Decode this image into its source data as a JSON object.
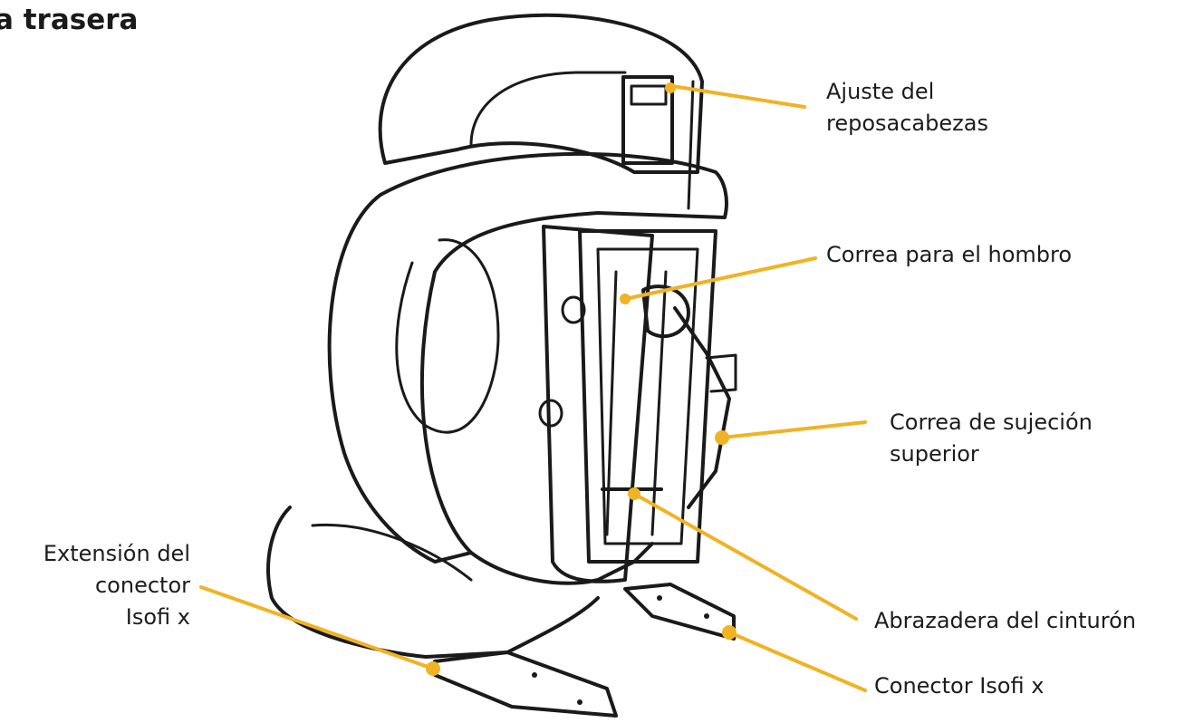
{
  "heading": "a trasera",
  "colors": {
    "leader": "#f0b323",
    "outline": "#1a1a1a",
    "background": "#ffffff"
  },
  "callouts": {
    "headrest_adjust": "Ajuste del\nreposacabezas",
    "shoulder_strap": "Correa para el hombro",
    "top_tether": "Correa de sujeción\nsuperior",
    "belt_clamp": "Abrazadera del cinturón",
    "isofix_connector": "Conector Isofi x",
    "isofix_extension": "Extensión del\nconector\nIsofi x"
  }
}
